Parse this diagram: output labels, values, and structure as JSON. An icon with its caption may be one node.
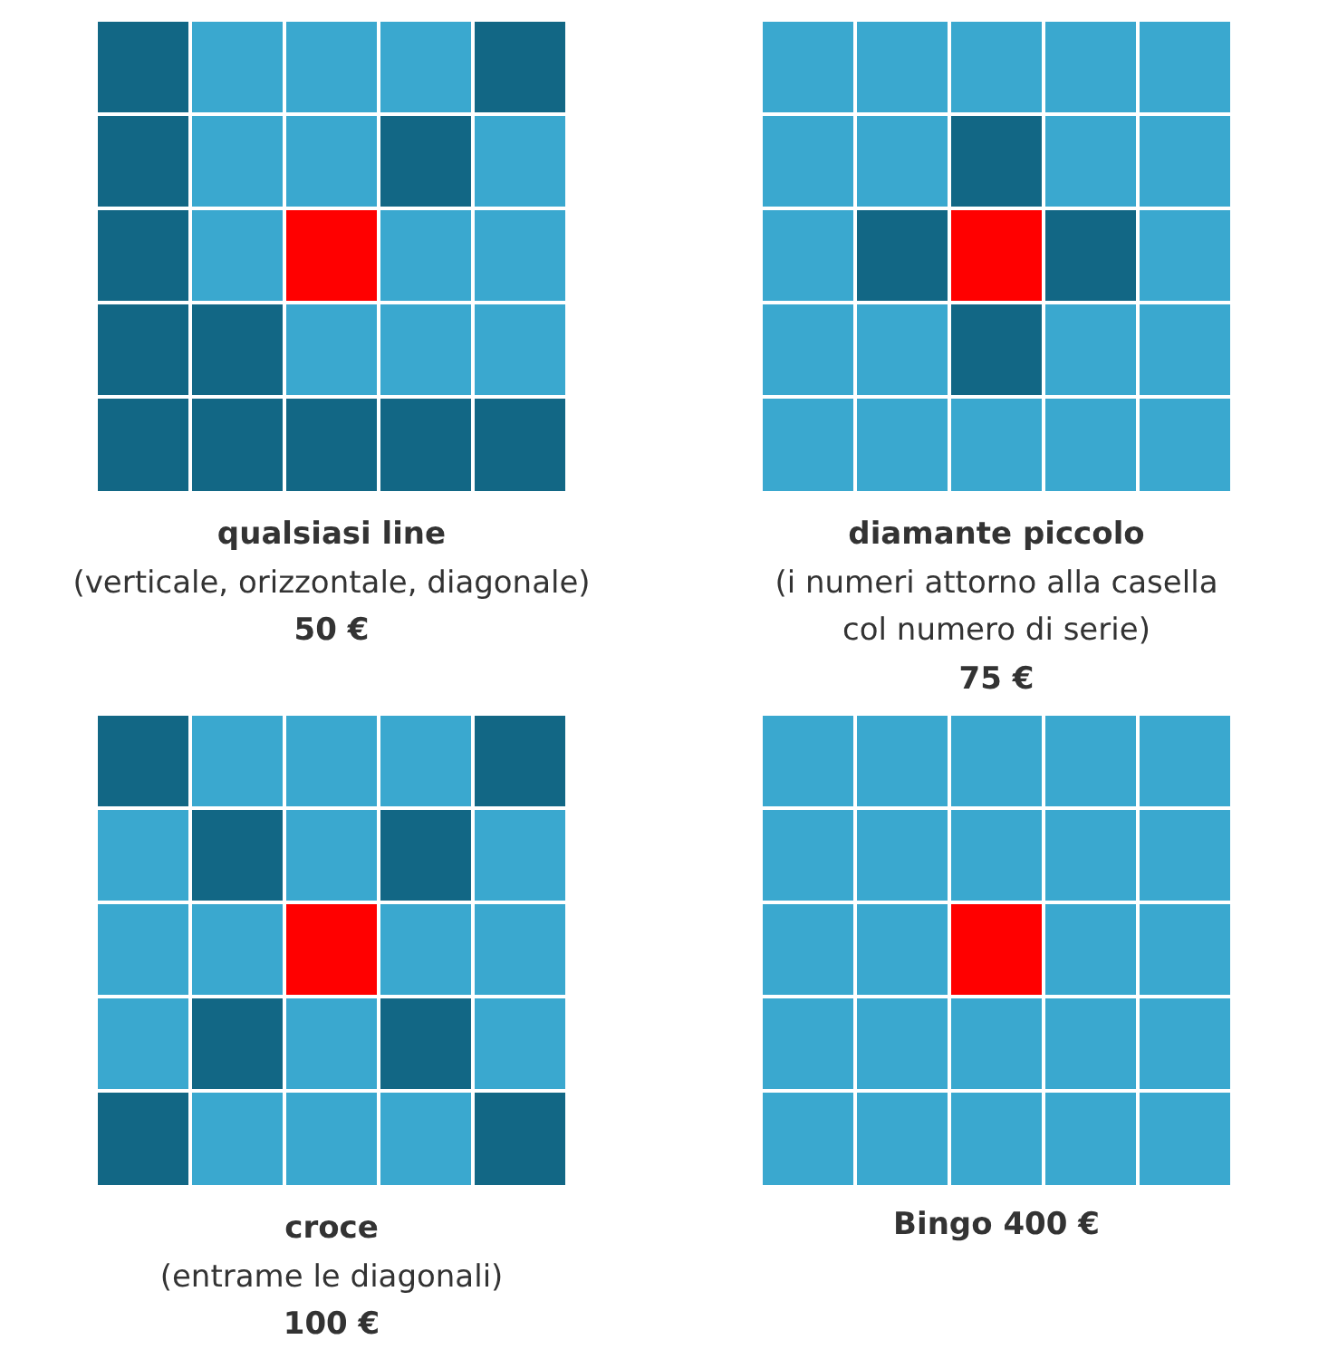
{
  "diagram": {
    "labels": [
      "qualsiasi line",
      "(verticale, orizzontale, diagonale)",
      "50 €",
      "diamante piccolo",
      "(i numeri attorno alla casella col numero di serie)",
      "75 €",
      "croce",
      "(entrame le diagonali)",
      "100 €",
      "Bingo 400 €"
    ]
  }
}
